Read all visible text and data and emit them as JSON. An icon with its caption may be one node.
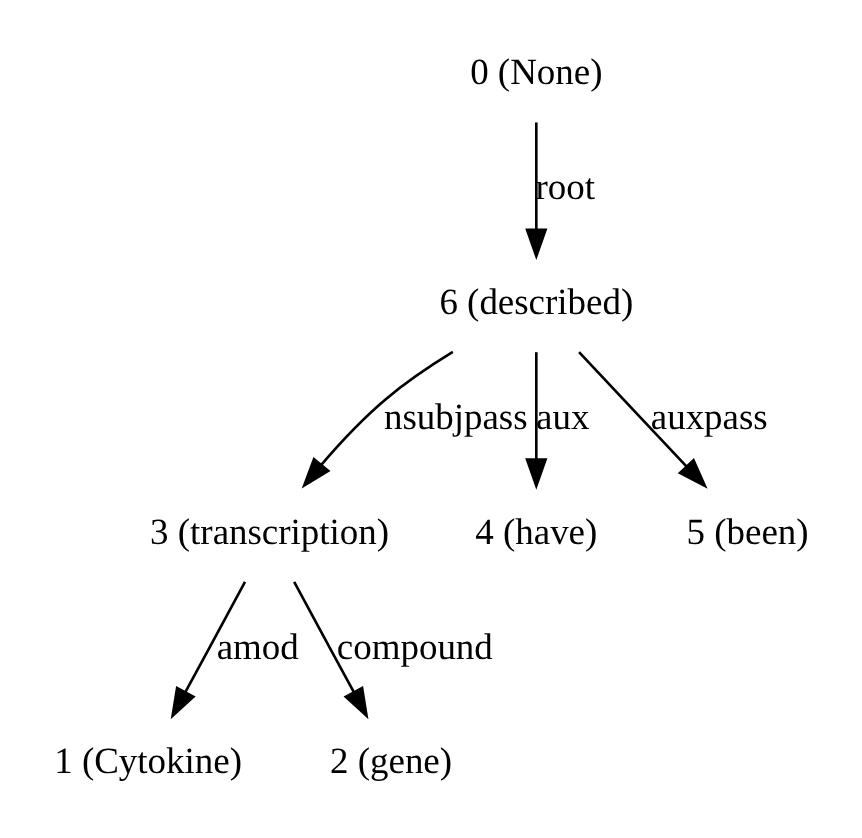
{
  "diagram": {
    "nodes": [
      {
        "text": [
          "0 (None)"
        ]
      },
      {
        "text": [
          "6 (described)"
        ]
      },
      {
        "text": [
          "3 (transcription)"
        ]
      },
      {
        "text": [
          "4 (have)"
        ]
      },
      {
        "text": [
          "5 (been)"
        ]
      },
      {
        "text": [
          "1 (Cytokine)"
        ]
      },
      {
        "text": [
          "2 (gene)"
        ]
      }
    ],
    "edges": [
      {
        "from": 0,
        "to": 1,
        "arrow": "to",
        "label": "root"
      },
      {
        "from": 1,
        "to": 2,
        "arrow": "to",
        "label": "nsubjpass"
      },
      {
        "from": 1,
        "to": 3,
        "arrow": "to",
        "label": "aux"
      },
      {
        "from": 1,
        "to": 4,
        "arrow": "to",
        "label": "auxpass"
      },
      {
        "from": 2,
        "to": 5,
        "arrow": "to",
        "label": "amod"
      },
      {
        "from": 2,
        "to": 6,
        "arrow": "to",
        "label": "compound"
      }
    ]
  }
}
